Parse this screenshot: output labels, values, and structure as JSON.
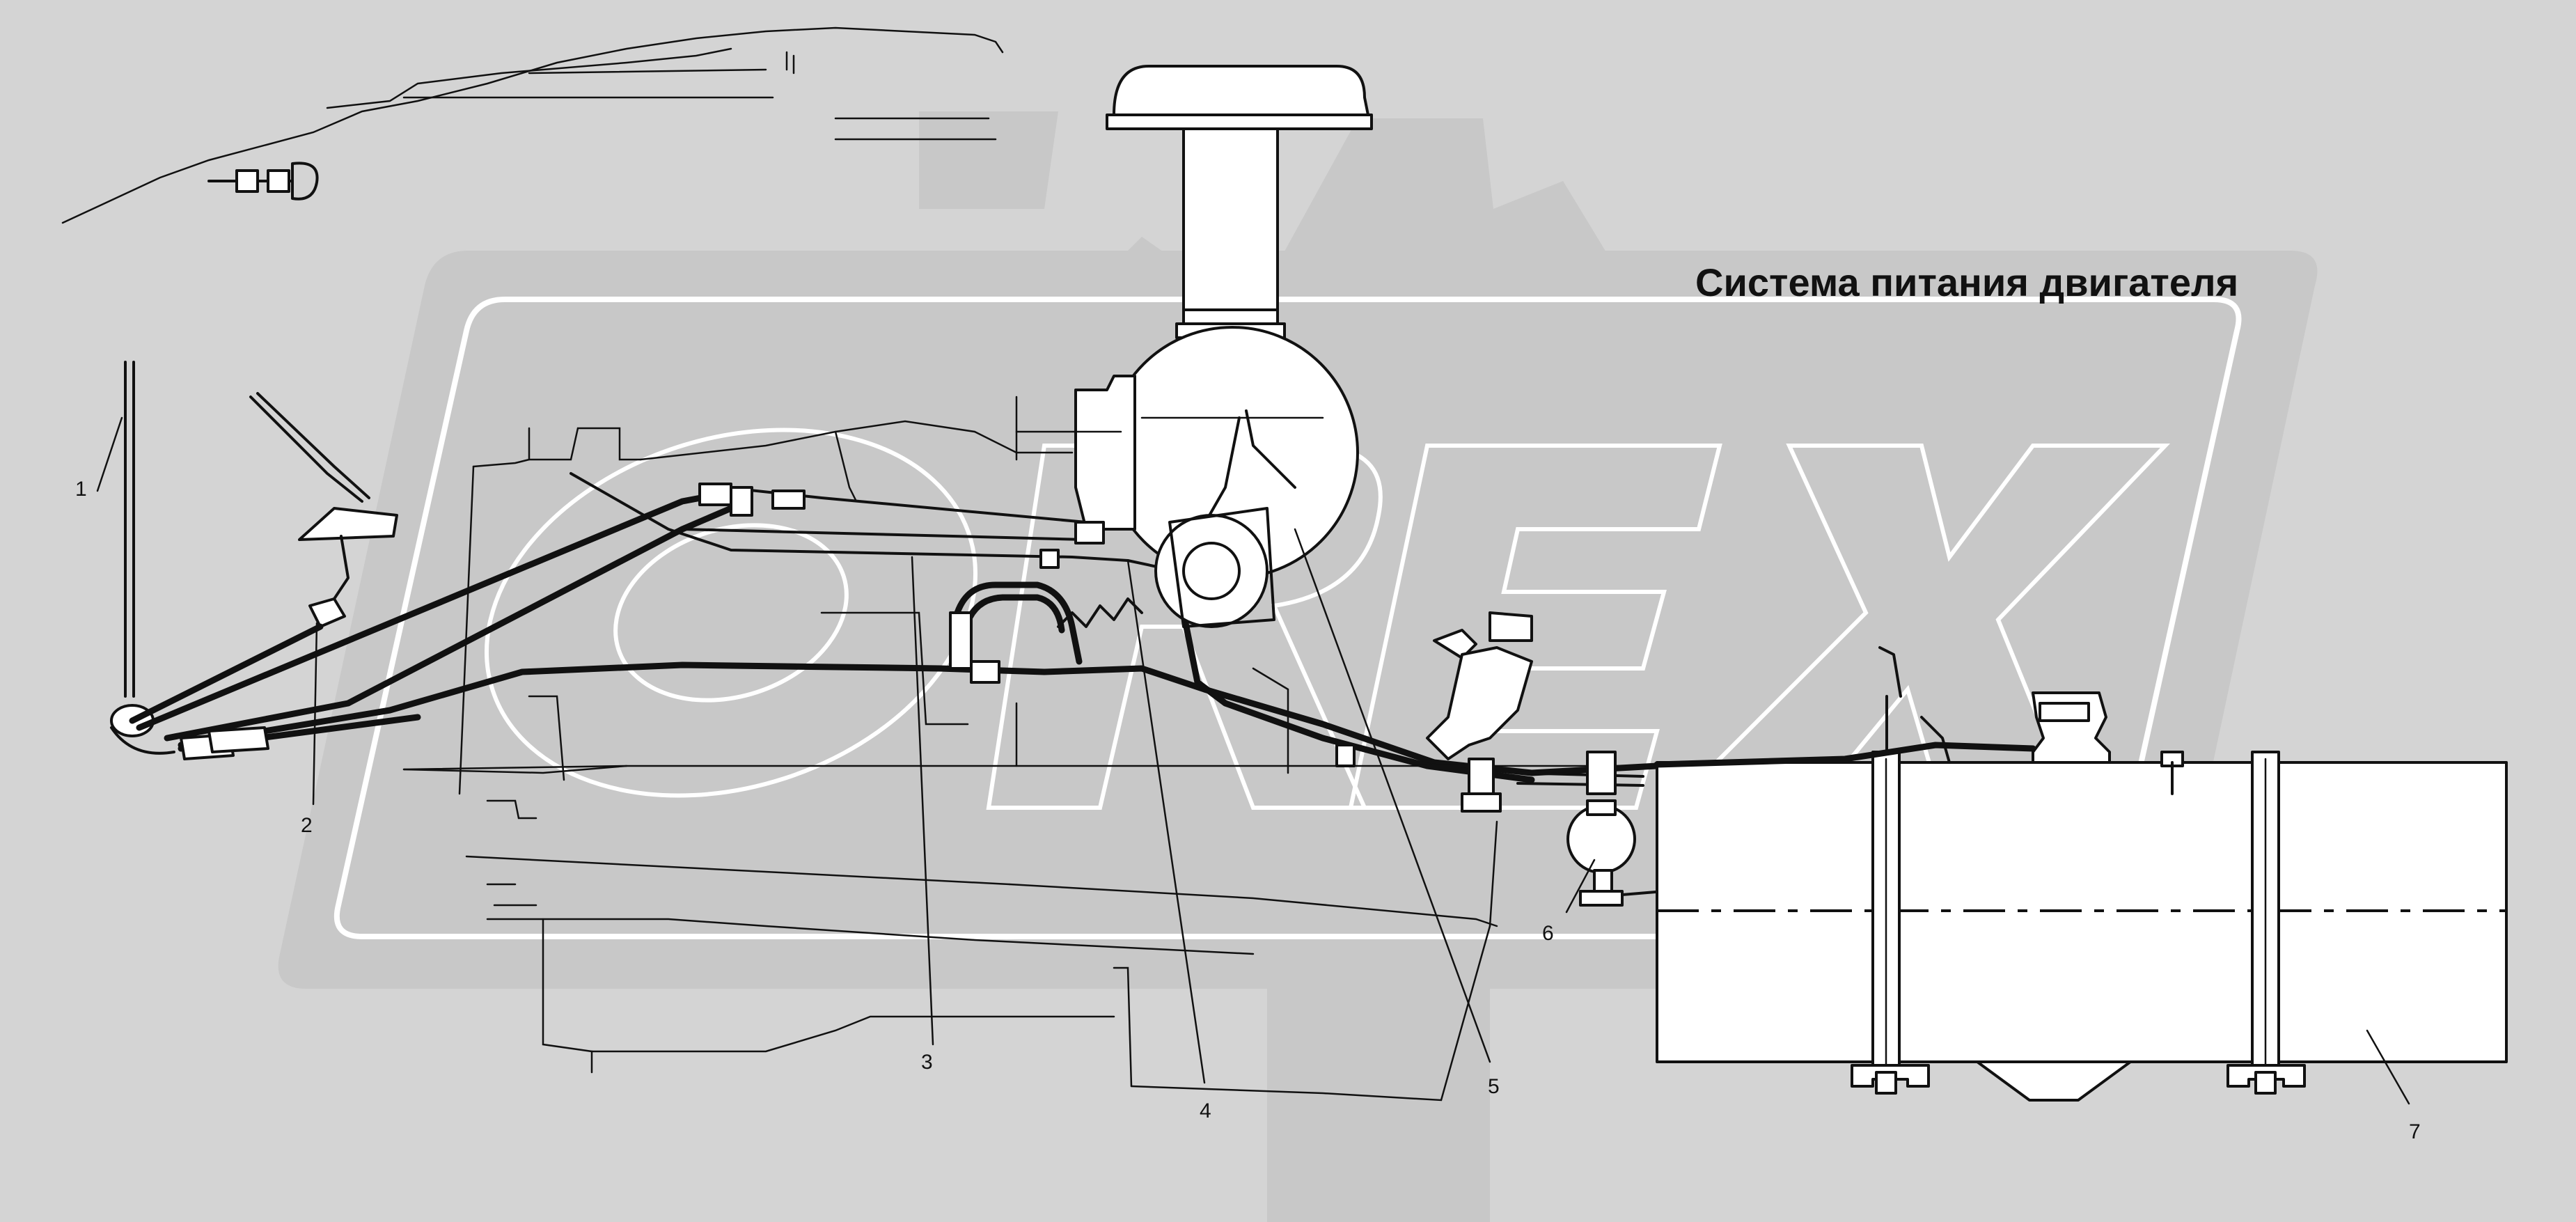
{
  "title": "Система питания двигателя",
  "watermark": {
    "text": "OREX"
  },
  "callouts": [
    {
      "id": "1",
      "label": "1"
    },
    {
      "id": "2",
      "label": "2"
    },
    {
      "id": "3",
      "label": "3"
    },
    {
      "id": "4",
      "label": "4"
    },
    {
      "id": "5",
      "label": "5"
    },
    {
      "id": "6",
      "label": "6"
    },
    {
      "id": "7",
      "label": "7"
    }
  ],
  "colors": {
    "background": "#d4d4d4",
    "watermark_fill": "#c8c8c8",
    "watermark_outline": "#ffffff",
    "line": "#111111",
    "part_fill": "#ffffff"
  }
}
